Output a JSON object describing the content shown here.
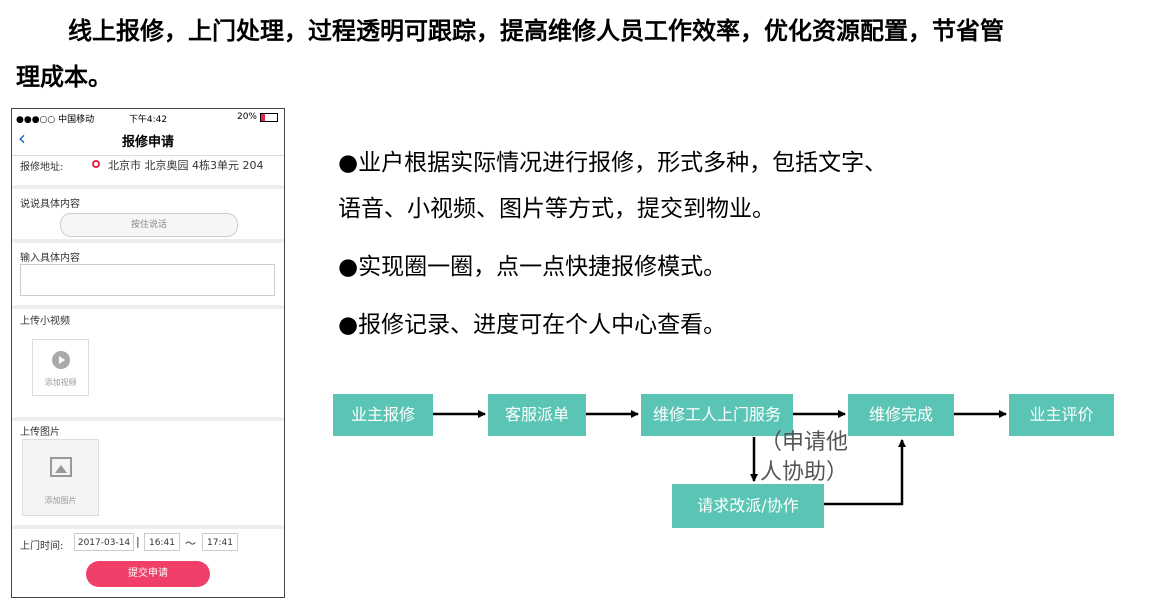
{
  "heading": {
    "line1": "线上报修，上门处理，过程透明可跟踪，提高维修人员工作效率，优化资源配置，节省管",
    "line2": "理成本。"
  },
  "phone": {
    "status": {
      "carrier": "●●●○○ 中国移动",
      "time": "下午4:42",
      "battery": "20%"
    },
    "nav_title": "报修申请",
    "address": {
      "label": "报修地址:",
      "value": "北京市 北京奥园 4栋3单元 204"
    },
    "voice": {
      "label": "说说具体内容",
      "button": "按住说话"
    },
    "text": {
      "label": "输入具体内容",
      "value": ""
    },
    "video": {
      "label": "上传小视频",
      "caption": "添加视频"
    },
    "image": {
      "label": "上传图片",
      "caption": "添加图片"
    },
    "time": {
      "label": "上门时间:",
      "date": "2017-03-14",
      "start": "16:41",
      "tilde": "～",
      "end": "17:41"
    },
    "submit": "提交申请"
  },
  "bullets": [
    "●业户根据实际情况进行报修，形式多种，包括文字、",
    "语音、小视频、图片等方式，提交到物业。",
    "●实现圈一圈，点一点快捷报修模式。",
    "●报修记录、进度可在个人中心查看。"
  ],
  "flow": {
    "steps": [
      "业主报修",
      "客服派单",
      "维修工人上门服务",
      "维修完成",
      "业主评价"
    ],
    "branch": "请求改派/协作",
    "note_line1": "（申请他",
    "note_line2": "人协助）"
  },
  "colors": {
    "flow_box": "#5ac5b4",
    "submit": "#f0406a",
    "accent_blue": "#1a63d8"
  }
}
